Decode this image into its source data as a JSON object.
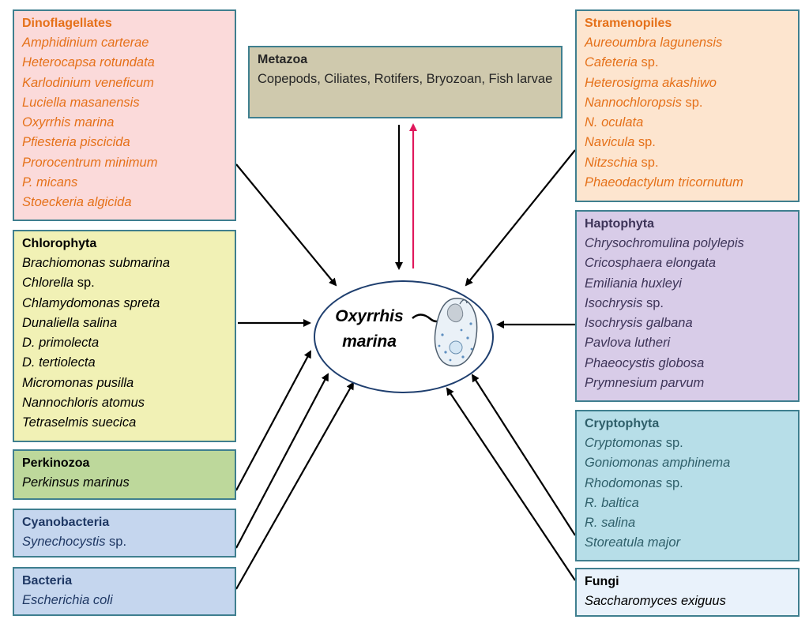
{
  "center": {
    "line1": "Oxyrrhis",
    "line2": "marina"
  },
  "colors": {
    "feeding_arrow": "#000000",
    "predation_arrow": "#e0185c",
    "box_border": "#3f7f8f"
  },
  "groups": {
    "dinoflagellates": {
      "title": "Dinoflagellates",
      "items": [
        {
          "italic": "Amphidinium carterae",
          "rest": ""
        },
        {
          "italic": "Heterocapsa rotundata",
          "rest": ""
        },
        {
          "italic": "Karlodinium veneficum",
          "rest": ""
        },
        {
          "italic": "Luciella masanensis",
          "rest": ""
        },
        {
          "italic": "Oxyrrhis marina",
          "rest": ""
        },
        {
          "italic": "Pfiesteria piscicida",
          "rest": ""
        },
        {
          "italic": "Prorocentrum minimum",
          "rest": ""
        },
        {
          "italic": "P. micans",
          "rest": ""
        },
        {
          "italic": "Stoeckeria algicida",
          "rest": ""
        }
      ]
    },
    "metazoa": {
      "title": "Metazoa",
      "text": "Copepods, Ciliates, Rotifers, Bryozoan, Fish larvae"
    },
    "stramenopiles": {
      "title": "Stramenopiles",
      "items": [
        {
          "italic": "Aureoumbra lagunensis",
          "rest": ""
        },
        {
          "italic": "Cafeteria",
          "rest": " sp."
        },
        {
          "italic": "Heterosigma akashiwo",
          "rest": ""
        },
        {
          "italic": "Nannochloropsis",
          "rest": " sp."
        },
        {
          "italic": "N. oculata",
          "rest": ""
        },
        {
          "italic": "Navicula",
          "rest": " sp."
        },
        {
          "italic": "Nitzschia",
          "rest": " sp."
        },
        {
          "italic": "Phaeodactylum tricornutum",
          "rest": ""
        }
      ]
    },
    "chlorophyta": {
      "title": "Chlorophyta",
      "items": [
        {
          "italic": "Brachiomonas submarina",
          "rest": ""
        },
        {
          "italic": "Chlorella",
          "rest": " sp."
        },
        {
          "italic": "Chlamydomonas spreta",
          "rest": ""
        },
        {
          "italic": "Dunaliella salina",
          "rest": ""
        },
        {
          "italic": "D. primolecta",
          "rest": ""
        },
        {
          "italic": "D. tertiolecta",
          "rest": ""
        },
        {
          "italic": "Micromonas pusilla",
          "rest": ""
        },
        {
          "italic": "Nannochloris atomus",
          "rest": ""
        },
        {
          "italic": "Tetraselmis suecica",
          "rest": ""
        }
      ]
    },
    "haptophyta": {
      "title": "Haptophyta",
      "items": [
        {
          "italic": "Chrysochromulina polylepis",
          "rest": ""
        },
        {
          "italic": "Cricosphaera elongata",
          "rest": ""
        },
        {
          "italic": "Emiliania huxleyi",
          "rest": ""
        },
        {
          "italic": "Isochrysis",
          "rest": " sp."
        },
        {
          "italic": "Isochrysis galbana",
          "rest": ""
        },
        {
          "italic": "Pavlova lutheri",
          "rest": ""
        },
        {
          "italic": "Phaeocystis  globosa",
          "rest": ""
        },
        {
          "italic": "Prymnesium parvum",
          "rest": ""
        }
      ]
    },
    "perkinozoa": {
      "title": "Perkinozoa",
      "items": [
        {
          "italic": "Perkinsus marinus",
          "rest": ""
        }
      ]
    },
    "cryptophyta": {
      "title": "Cryptophyta",
      "items": [
        {
          "italic": "Cryptomonas",
          "rest": " sp."
        },
        {
          "italic": "Goniomonas amphinema",
          "rest": ""
        },
        {
          "italic": "Rhodomonas",
          "rest": " sp."
        },
        {
          "italic": "R. baltica",
          "rest": ""
        },
        {
          "italic": "R. salina",
          "rest": ""
        },
        {
          "italic": "Storeatula major",
          "rest": ""
        }
      ]
    },
    "cyanobacteria": {
      "title": "Cyanobacteria",
      "items": [
        {
          "italic": "Synechocystis",
          "rest": " sp."
        }
      ]
    },
    "bacteria": {
      "title": "Bacteria",
      "items": [
        {
          "italic": "Escherichia coli",
          "rest": ""
        }
      ]
    },
    "fungi": {
      "title": "Fungi",
      "items": [
        {
          "italic": "Saccharomyces exiguus",
          "rest": ""
        }
      ]
    }
  }
}
